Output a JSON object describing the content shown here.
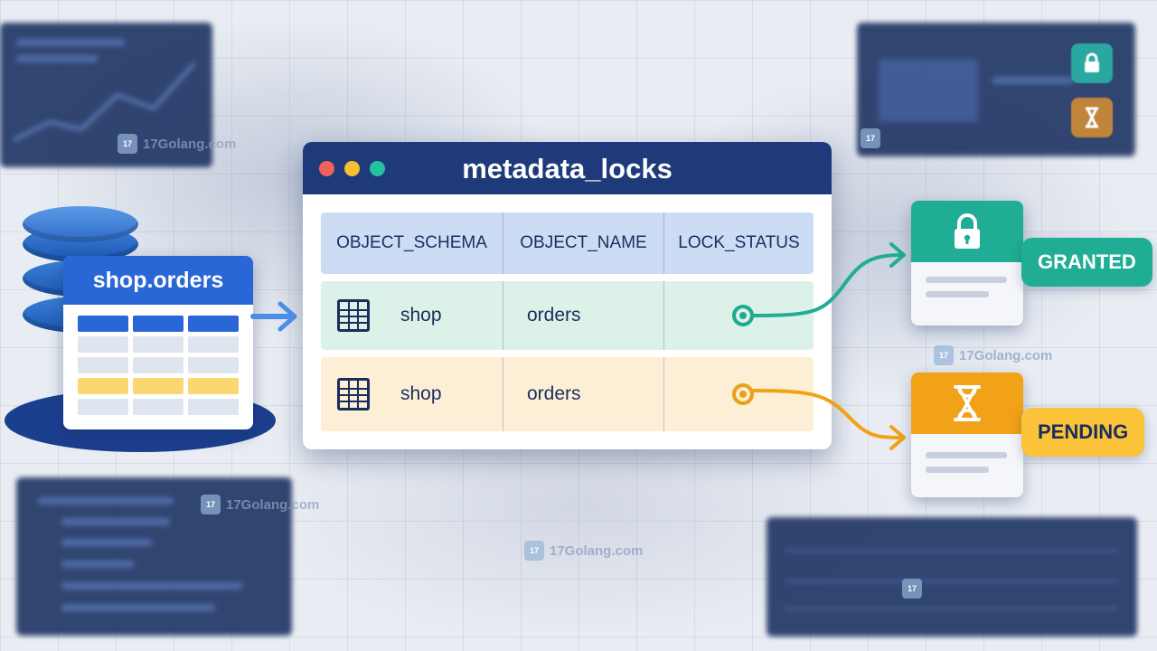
{
  "window": {
    "title": "metadata_locks",
    "dot_colors": [
      "#f0625a",
      "#f5bf2f",
      "#26c2a0"
    ]
  },
  "source_table": {
    "label": "shop.orders"
  },
  "table": {
    "headers": [
      "OBJECT_SCHEMA",
      "OBJECT_NAME",
      "LOCK_STATUS"
    ],
    "rows": [
      {
        "schema": "shop",
        "name": "orders",
        "status_color": "#1fa98f"
      },
      {
        "schema": "shop",
        "name": "orders",
        "status_color": "#e8a21a"
      }
    ]
  },
  "statuses": {
    "granted": {
      "label": "GRANTED",
      "color": "#1fae95",
      "icon": "lock-icon"
    },
    "pending": {
      "label": "PENDING",
      "color": "#f2a216",
      "icon": "hourglass-icon"
    }
  },
  "watermark": {
    "text": "17Golang.com"
  },
  "colors": {
    "primary_blue": "#2a67d6",
    "navy": "#1f3a7a",
    "teal": "#1fae95",
    "amber": "#f2a216"
  }
}
